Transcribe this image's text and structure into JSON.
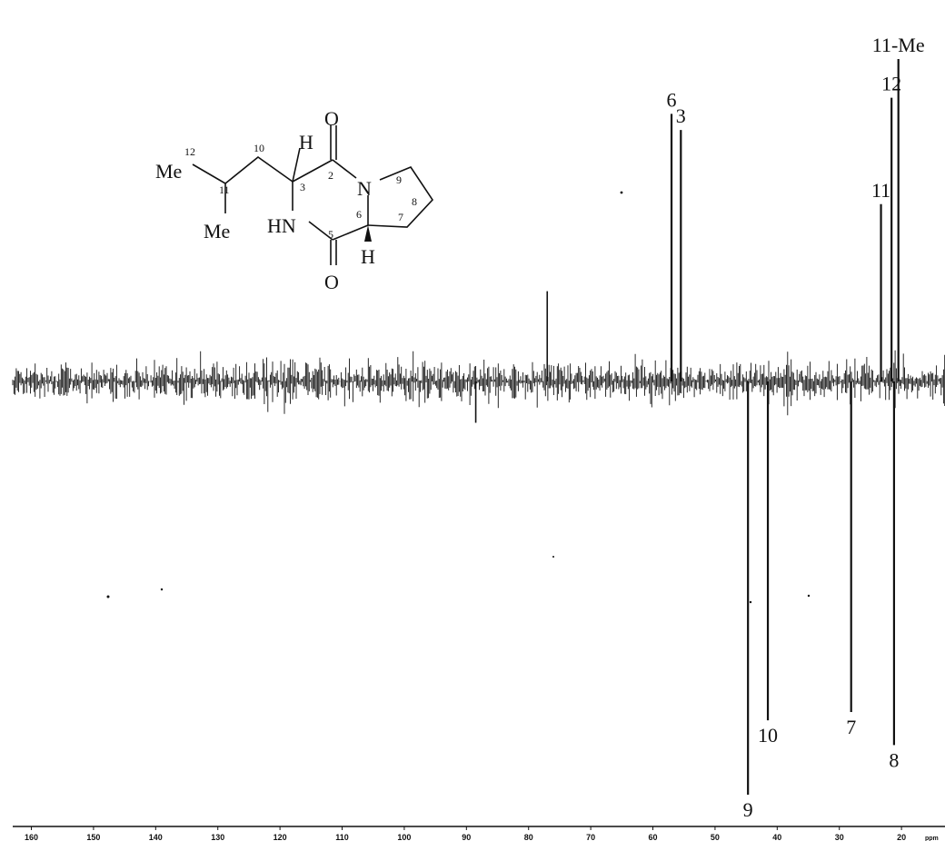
{
  "chart_data": {
    "type": "nmr_spectrum",
    "x_unit": "ppm",
    "x_ticks": [
      160,
      150,
      140,
      130,
      120,
      110,
      100,
      90,
      80,
      70,
      60,
      50,
      40,
      30,
      20
    ],
    "xlim": [
      163,
      13
    ],
    "noise_baseline": true,
    "peaks": [
      {
        "label": "11-Me",
        "ppm": 20.5,
        "direction": "up",
        "intensity": 1.0
      },
      {
        "label": "12",
        "ppm": 21.6,
        "direction": "up",
        "intensity": 0.88
      },
      {
        "label": "11",
        "ppm": 23.3,
        "direction": "up",
        "intensity": 0.55
      },
      {
        "label": "6",
        "ppm": 57.0,
        "direction": "up",
        "intensity": 0.83
      },
      {
        "label": "3",
        "ppm": 55.5,
        "direction": "up",
        "intensity": 0.78
      },
      {
        "label": "9",
        "ppm": 44.7,
        "direction": "down",
        "intensity": 1.0
      },
      {
        "label": "10",
        "ppm": 41.5,
        "direction": "down",
        "intensity": 0.82
      },
      {
        "label": "7",
        "ppm": 28.1,
        "direction": "down",
        "intensity": 0.8
      },
      {
        "label": "8",
        "ppm": 21.2,
        "direction": "down",
        "intensity": 0.88
      }
    ],
    "artifacts": [
      {
        "ppm": 77.0,
        "direction": "up",
        "intensity": 0.28
      },
      {
        "ppm": 88.5,
        "direction": "down",
        "intensity": 0.1
      }
    ]
  },
  "structure": {
    "atoms": {
      "Me12": "Me",
      "Me11": "Me",
      "HN": "HN",
      "N": "N",
      "O_top": "O",
      "O_bottom": "O",
      "H_top": "H",
      "H_bottom": "H"
    },
    "numbers": {
      "n12": "12",
      "n11": "11",
      "n10": "10",
      "n3": "3",
      "n2": "2",
      "n9": "9",
      "n8": "8",
      "n7": "7",
      "n6": "6",
      "n5": "5"
    }
  },
  "colors": {
    "ink": "#111111",
    "background": "#ffffff"
  }
}
